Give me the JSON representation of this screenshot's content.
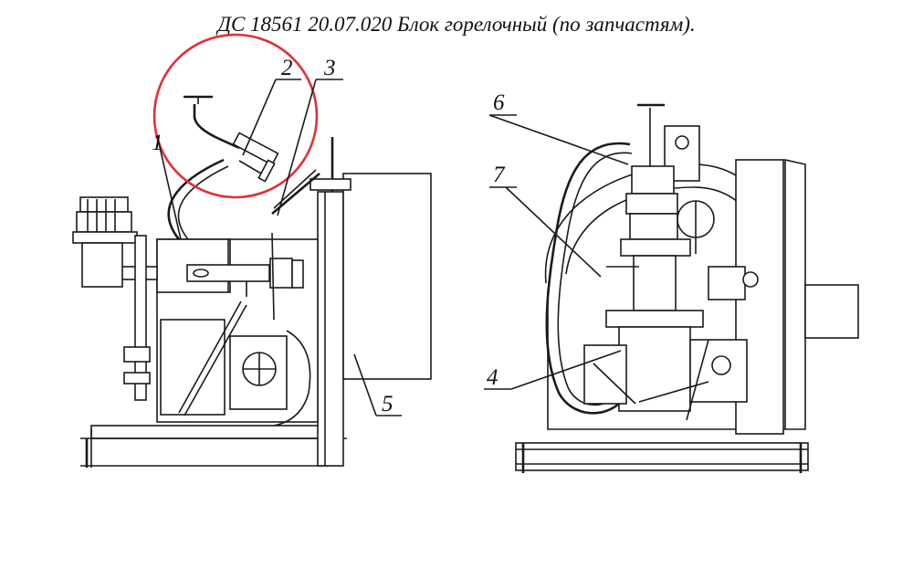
{
  "title": "ДС 18561 20.07.020  Блок горелочный (по запчастям).",
  "callouts": {
    "c1": "1",
    "c2": "2",
    "c3": "3",
    "c4": "4",
    "c5": "5",
    "c6": "6",
    "c7": "7"
  },
  "highlight_color": "#e0303a"
}
